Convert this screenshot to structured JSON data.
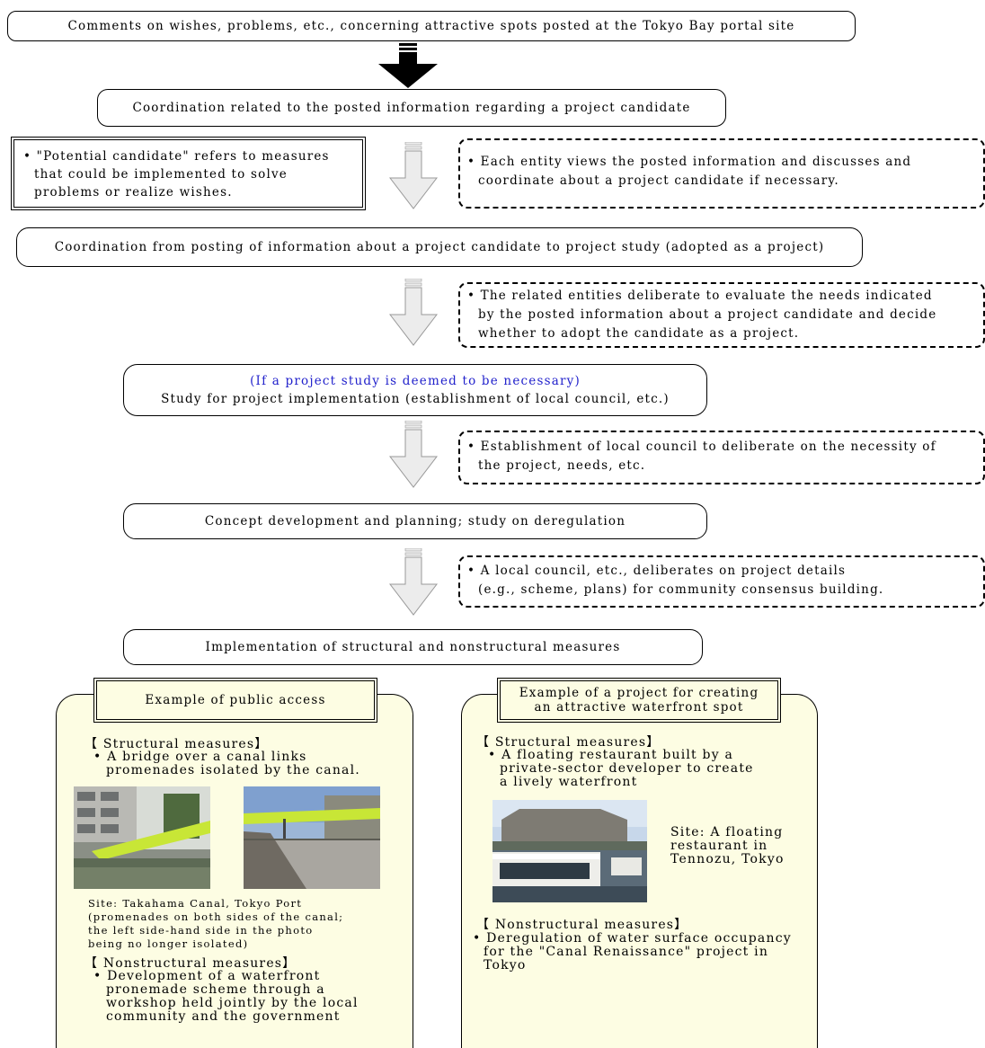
{
  "flow": {
    "step1": "Comments on wishes, problems, etc., concerning attractive spots posted at the Tokyo Bay portal site",
    "step2": "Coordination related to the posted information regarding a project candidate",
    "note_line1": "• \"Potential candidate\" refers to measures",
    "note_line2": "that could be implemented to solve",
    "note_line3": "problems or realize wishes.",
    "side1_line1": "• Each entity views the posted information and discusses and",
    "side1_line2": "coordinate about a project candidate if necessary.",
    "step3": "Coordination from posting of information about a project candidate to project study (adopted as a project)",
    "side2_line1": "• The related entities deliberate to evaluate the needs indicated",
    "side2_line2": "by the posted information about a project candidate and decide",
    "side2_line3": "whether to adopt the candidate as a project.",
    "step4_condition": "(If a project study is deemed to be necessary)",
    "step4": "Study for project implementation (establishment of local council, etc.)",
    "side3_line1": "• Establishment of local council to deliberate on the necessity of",
    "side3_line2": "the project, needs, etc.",
    "step5": "Concept development and planning; study on deregulation",
    "side4_line1": "• A local council, etc., deliberates on project details",
    "side4_line2": "(e.g., scheme, plans) for community consensus building.",
    "step6": "Implementation of structural and nonstructural measures"
  },
  "left_panel": {
    "title": "Example of public access",
    "structural_heading": "【 Structural measures】",
    "structural_line1": "• A bridge over a canal links",
    "structural_line2": "promenades isolated by the canal.",
    "caption_line1": "Site: Takahama Canal, Tokyo Port",
    "caption_line2": "(promenades on both sides of the canal;",
    "caption_line3": "the left side-hand side in the photo",
    "caption_line4": "being no longer isolated)",
    "nonstructural_heading": "【 Nonstructural measures】",
    "nonstructural_line1": "• Development of a waterfront",
    "nonstructural_line2": "pronemade scheme through a",
    "nonstructural_line3": "workshop held jointly by the local",
    "nonstructural_line4": "community and the government"
  },
  "right_panel": {
    "title_line1": "Example of a project for creating",
    "title_line2": "an attractive waterfront spot",
    "structural_heading": "【 Structural measures】",
    "structural_line1": "• A floating restaurant built by a",
    "structural_line2": "private-sector developer to create",
    "structural_line3": "a lively waterfront",
    "site_line1": "Site: A floating",
    "site_line2": "restaurant in",
    "site_line3": "Tennozu, Tokyo",
    "nonstructural_heading": "【 Nonstructural measures】",
    "nonstructural_line1": "• Deregulation of water surface occupancy",
    "nonstructural_line2": "for the \"Canal Renaissance\" project in",
    "nonstructural_line3": "Tokyo"
  },
  "colors": {
    "panel_fill": "#fdfde3",
    "condition_text": "#2222cc",
    "arrow_fill": "#ececec",
    "bridge": "#c8e636"
  }
}
